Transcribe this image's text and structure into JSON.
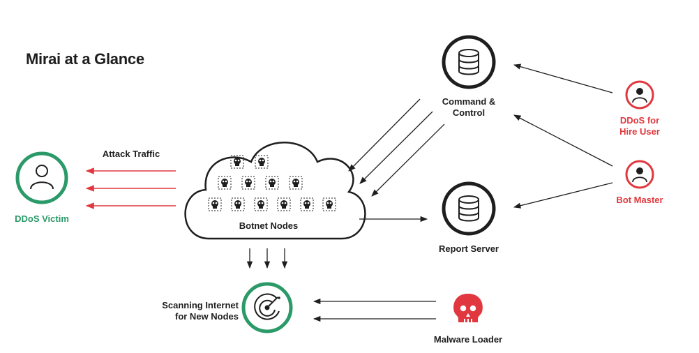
{
  "title": "Mirai at a Glance",
  "colors": {
    "victim_green": "#2b9a68",
    "attacker_red": "#e0383e",
    "ink": "#1e1e1e",
    "traffic_arrow": "#e0383e"
  },
  "nodes": {
    "victim": {
      "label": "DDoS Victim",
      "icon": "person-icon"
    },
    "botnet": {
      "label": "Botnet Nodes",
      "icon": "cloud-icon"
    },
    "c2": {
      "label": "Command &\nControl",
      "icon": "database-icon"
    },
    "report": {
      "label": "Report Server",
      "icon": "database-icon"
    },
    "hire_user": {
      "label": "DDoS for\nHire User",
      "icon": "person-icon"
    },
    "bot_master": {
      "label": "Bot Master",
      "icon": "person-icon"
    },
    "scanner": {
      "label": "Scanning Internet\nfor New Nodes",
      "icon": "radar-icon"
    },
    "loader": {
      "label": "Malware Loader",
      "icon": "skull-icon"
    }
  },
  "edges": {
    "attack_traffic": {
      "label": "Attack Traffic"
    }
  }
}
